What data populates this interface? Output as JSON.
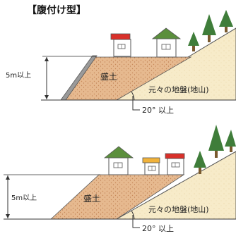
{
  "title": "【腹付け型】",
  "top_panel": {
    "height_label": "5m以上",
    "fill_label": "盛土",
    "ground_label": "元々の地盤(地山)",
    "angle_label": "20° 以上"
  },
  "bottom_panel": {
    "height_label": "5m以上",
    "fill_label": "盛土",
    "ground_label": "元々の地盤(地山)",
    "angle_label": "20° 以上"
  },
  "colors": {
    "fill_soil": "#e6b98f",
    "natural_ground": "#f7ebc9",
    "retaining_wall": "#9a9a9a",
    "house_wall": "#ffffff",
    "roof_red": "#d9302a",
    "roof_green": "#5b8f3c",
    "roof_yellow": "#f1b23a",
    "tree": "#3f7d3a",
    "trunk": "#7a5a2e"
  }
}
